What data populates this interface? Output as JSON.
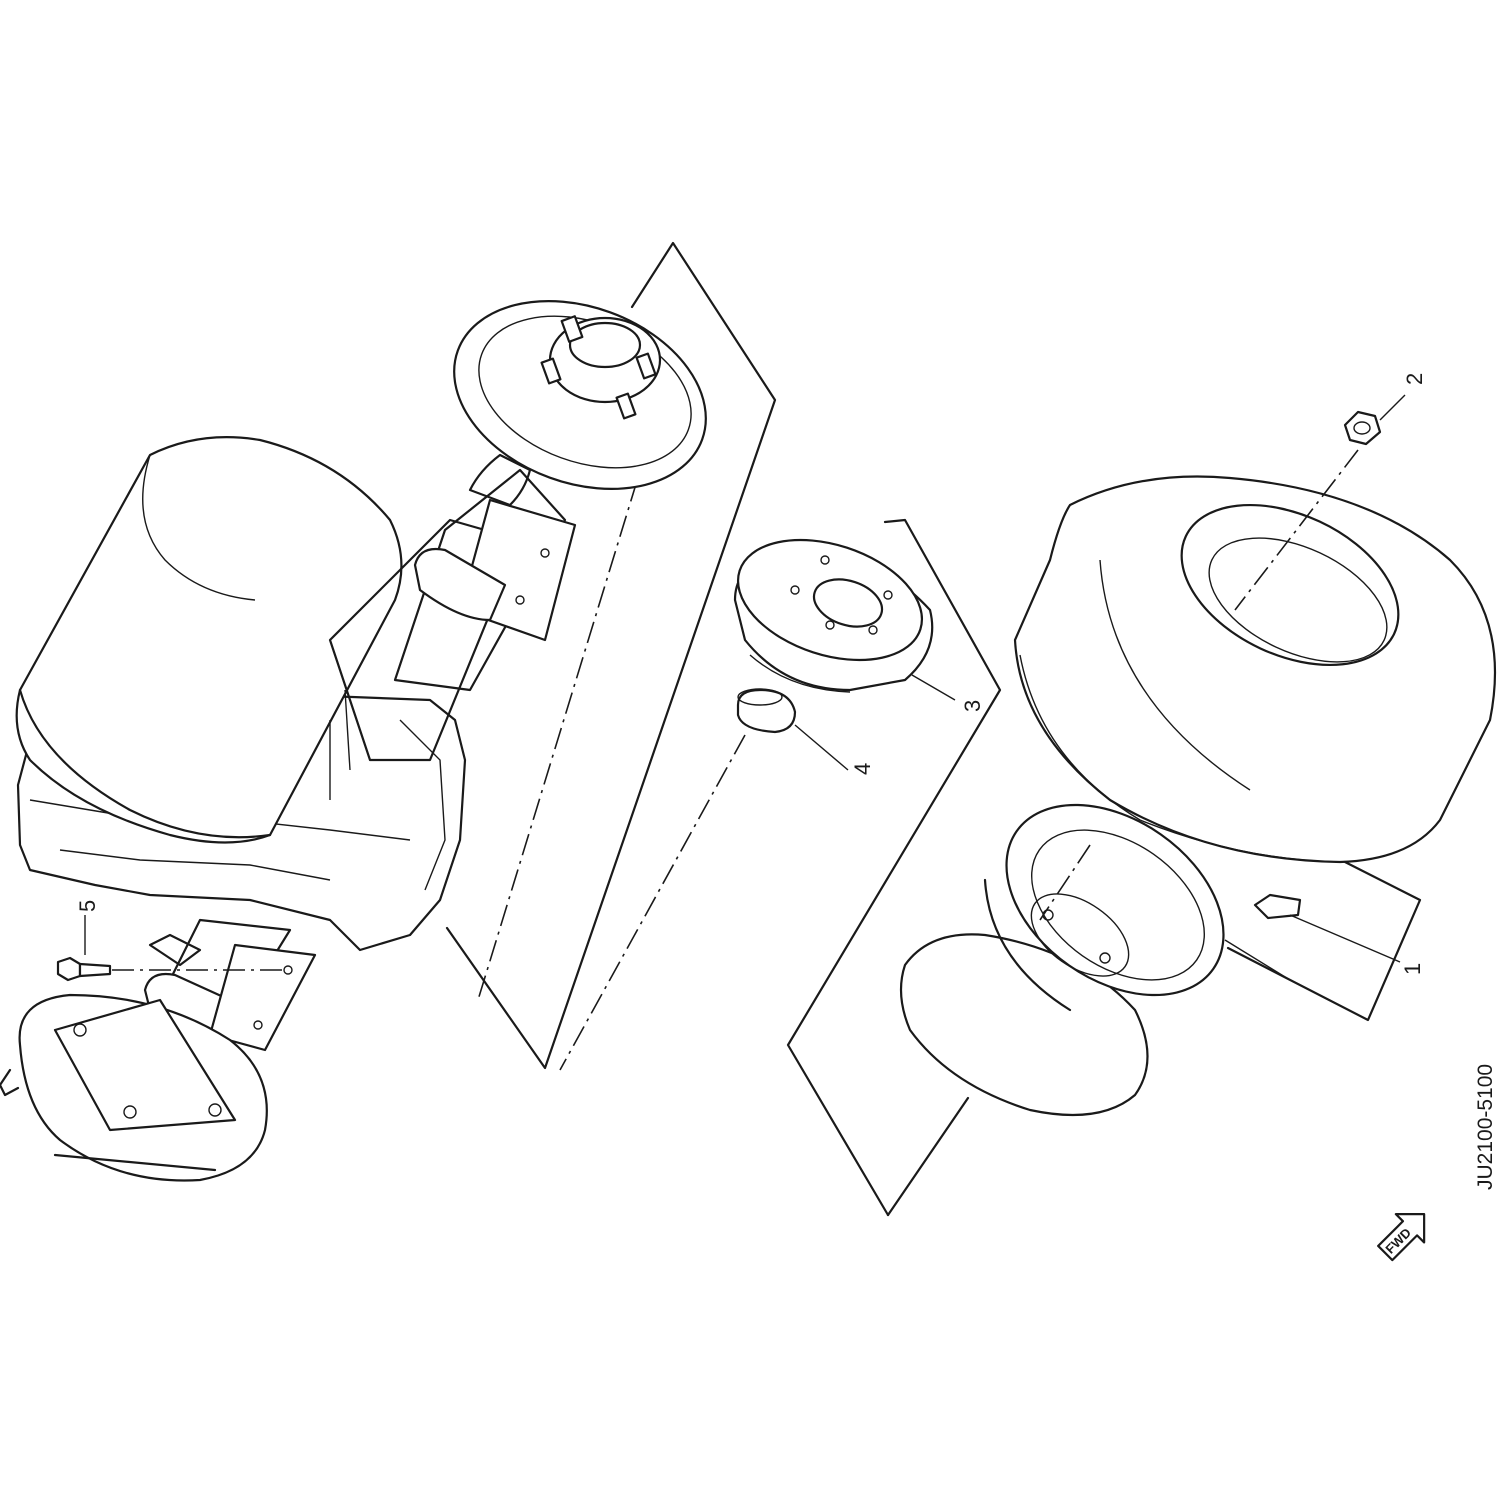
{
  "callouts": [
    {
      "id": "1",
      "label": "1"
    },
    {
      "id": "2",
      "label": "2"
    },
    {
      "id": "3",
      "label": "3"
    },
    {
      "id": "4",
      "label": "4"
    },
    {
      "id": "5",
      "label": "5"
    }
  ],
  "figure_code": "JU2100-5100",
  "fwd_label": "FWD",
  "colors": {
    "line": "#1a1a1a",
    "background": "#ffffff"
  }
}
